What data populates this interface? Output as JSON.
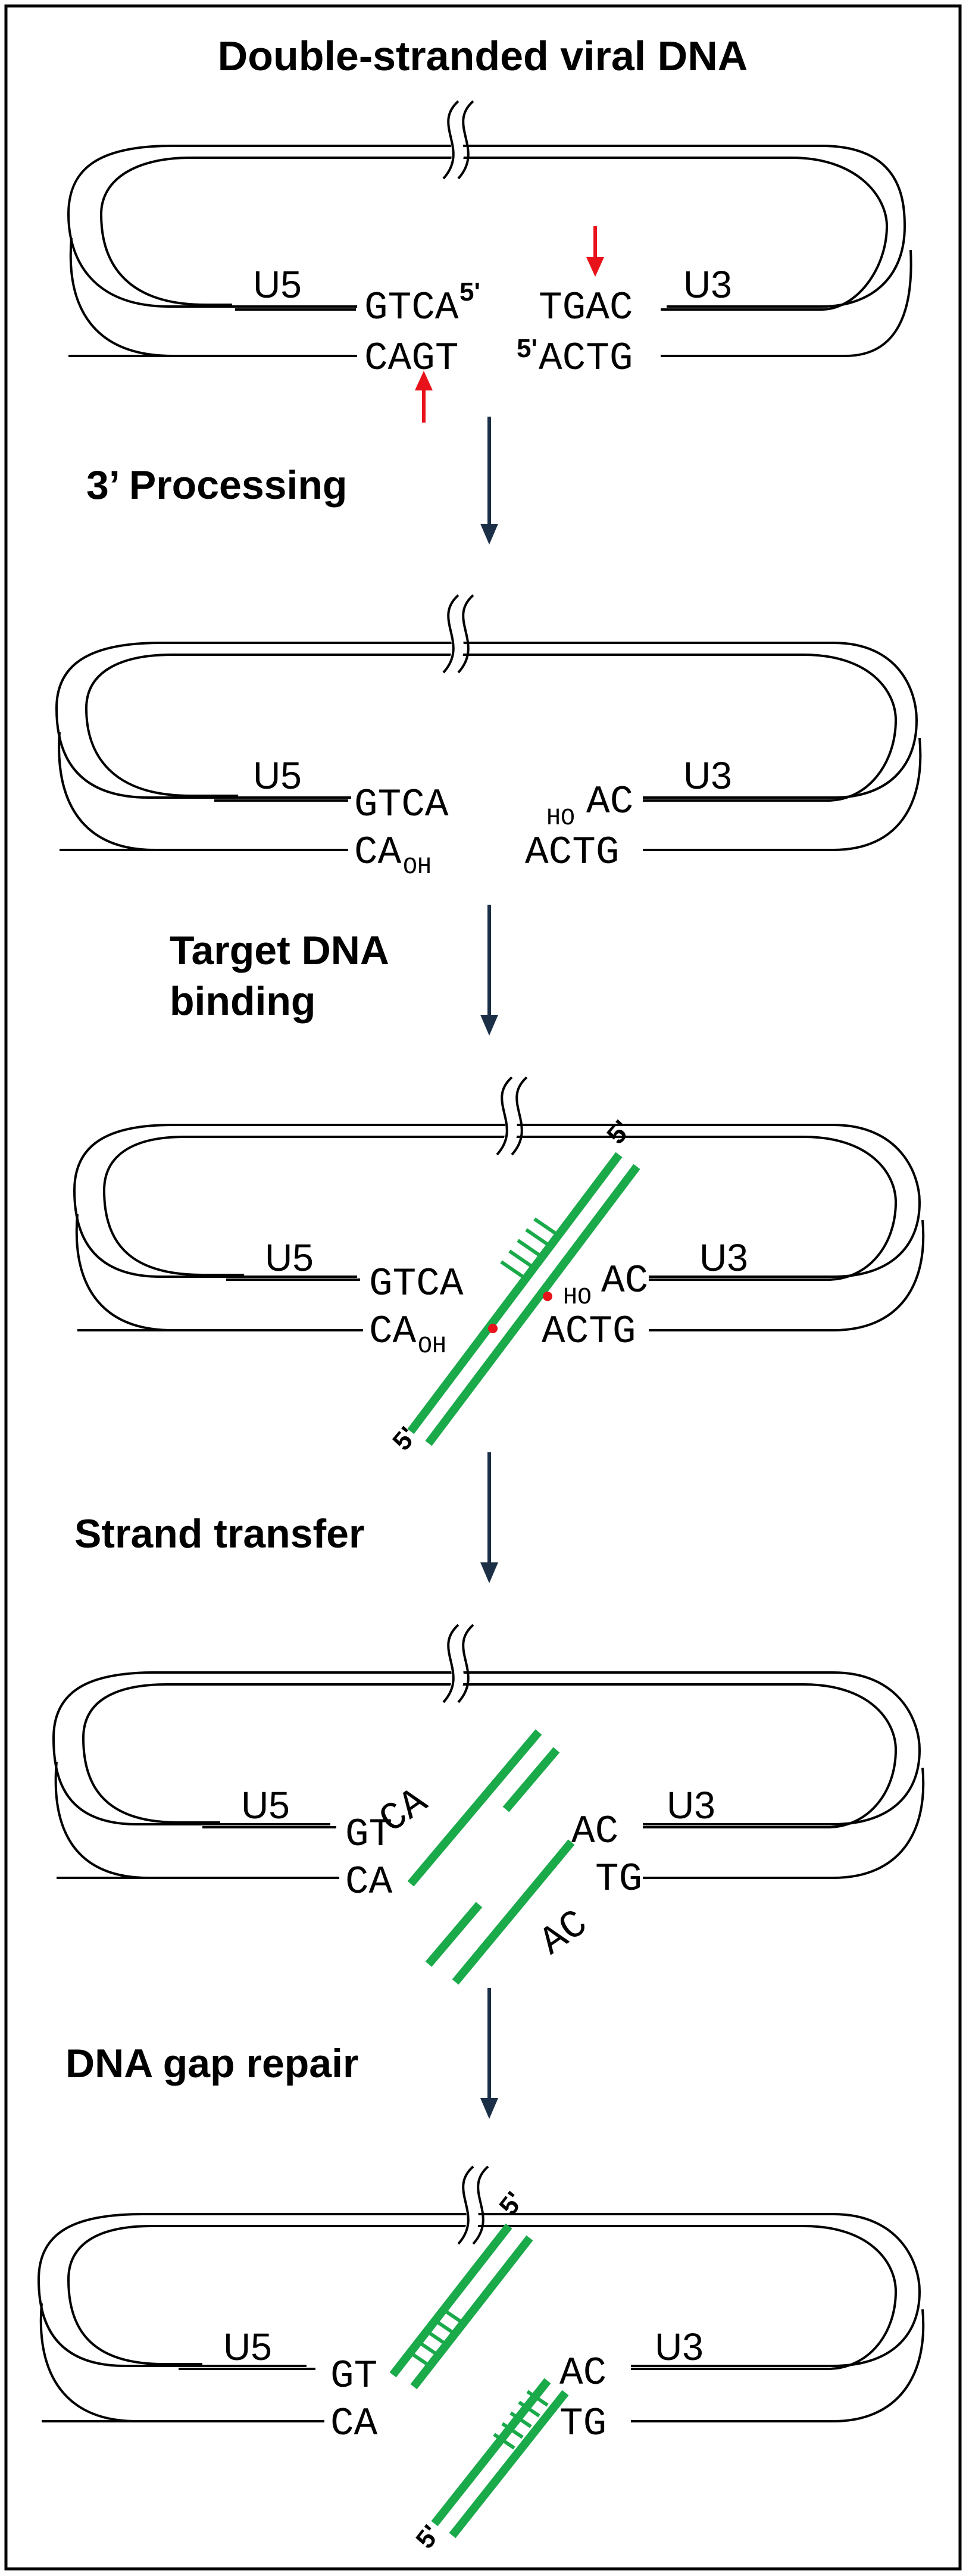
{
  "title": "Double-stranded viral DNA",
  "steps": [
    {
      "label_lines": [
        "3’ Processing"
      ]
    },
    {
      "label_lines": [
        "Target DNA",
        "binding"
      ]
    },
    {
      "label_lines": [
        "Strand transfer"
      ]
    },
    {
      "label_lines": [
        "DNA gap repair"
      ]
    }
  ],
  "regions": {
    "left": "U5",
    "right": "U3"
  },
  "panel1": {
    "top_left": "GTCA",
    "top_left_prime": "5'",
    "top_right": "TGAC",
    "bottom_left": "CAGT",
    "bottom_right_prime": "5'",
    "bottom_right": "ACTG"
  },
  "panel2": {
    "top_left": "GTCA",
    "top_right_sub": "HO",
    "top_right": "AC",
    "bottom_left": "CA",
    "bottom_left_sub": "OH",
    "bottom_right": "ACTG"
  },
  "panel3": {
    "top_left": "GTCA",
    "top_right_sub": "HO",
    "top_right": "AC",
    "bottom_left": "CA",
    "bottom_left_sub": "OH",
    "bottom_right": "ACTG",
    "prime_top": "5'",
    "prime_bottom": "5'"
  },
  "panel4": {
    "top_left": "GT",
    "top_left_tilt": "CA",
    "top_right": "AC",
    "bottom_left": "CA",
    "bottom_right": "TG",
    "bottom_right_tilt": "AC"
  },
  "panel5": {
    "top_left": "GT",
    "top_right": "AC",
    "bottom_left": "CA",
    "bottom_right": "TG",
    "prime_top": "5'",
    "prime_bottom": "5'"
  },
  "colors": {
    "integrated_dna": "#1aaa4a",
    "cleavage_arrow": "#e8121b",
    "process_arrow": "#1b2f47",
    "hydroxyl_dot": "#e8121b"
  }
}
